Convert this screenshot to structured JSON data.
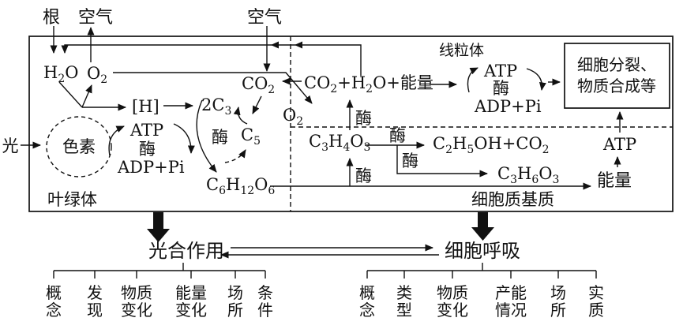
{
  "external": {
    "root": "根",
    "air_left": "空气",
    "air_middle": "空气",
    "light": "光"
  },
  "chloroplast": {
    "label": "叶绿体",
    "pigment": "色素",
    "h2o": [
      {
        "t": "H"
      },
      {
        "s": "2"
      },
      {
        "t": "O"
      }
    ],
    "o2": [
      {
        "t": "O"
      },
      {
        "s": "2"
      }
    ],
    "nadph": "[H]",
    "atp": "ATP",
    "enzyme": "酶",
    "adp_pi": "ADP+Pi",
    "c3": [
      {
        "t": "2C"
      },
      {
        "s": "3"
      }
    ],
    "calvin_enzyme": "酶",
    "c5": [
      {
        "t": "C"
      },
      {
        "s": "5"
      }
    ],
    "co2": [
      {
        "t": "CO"
      },
      {
        "s": "2"
      }
    ],
    "glucose": [
      {
        "t": "C"
      },
      {
        "s": "6"
      },
      {
        "t": "H"
      },
      {
        "s": "12"
      },
      {
        "t": "O"
      },
      {
        "s": "6"
      }
    ]
  },
  "cytosol": {
    "label": "细胞质基质",
    "o2": [
      {
        "t": "O"
      },
      {
        "s": "2"
      }
    ],
    "pyruvate": [
      {
        "t": "C"
      },
      {
        "s": "3"
      },
      {
        "t": "H"
      },
      {
        "s": "4"
      },
      {
        "t": "O"
      },
      {
        "s": "3"
      }
    ],
    "enzyme_aerobic": "酶",
    "enzyme_glycolysis": "酶",
    "enzyme_ethanol": "酶",
    "enzyme_lactate": "酶",
    "ethanol_co2": [
      {
        "t": "C"
      },
      {
        "s": "2"
      },
      {
        "t": "H"
      },
      {
        "s": "5"
      },
      {
        "t": "OH+CO"
      },
      {
        "s": "2"
      }
    ],
    "lactate": [
      {
        "t": "C"
      },
      {
        "s": "3"
      },
      {
        "t": "H"
      },
      {
        "s": "6"
      },
      {
        "t": "O"
      },
      {
        "s": "3"
      }
    ],
    "energy": "能量",
    "atp": "ATP"
  },
  "mitochondria": {
    "label": "线粒体",
    "resp_input": [
      {
        "t": "CO"
      },
      {
        "s": "2"
      },
      {
        "t": "+H"
      },
      {
        "s": "2"
      },
      {
        "t": "O+能量"
      }
    ],
    "atp": "ATP",
    "enzyme": "酶",
    "adp_pi": "ADP+Pi"
  },
  "usage_box": {
    "line1": "细胞分裂、",
    "line2": "物质合成等"
  },
  "summary": {
    "photosynthesis": "光合作用",
    "respiration": "细胞呼吸",
    "photosynthesis_topics": [
      {
        "line1": "概",
        "line2": "念"
      },
      {
        "line1": "发",
        "line2": "现"
      },
      {
        "line1": "物质",
        "line2": "变化"
      },
      {
        "line1": "能量",
        "line2": "变化"
      },
      {
        "line1": "场",
        "line2": "所"
      },
      {
        "line1": "条",
        "line2": "件"
      }
    ],
    "respiration_topics": [
      {
        "line1": "概",
        "line2": "念"
      },
      {
        "line1": "类",
        "line2": "型"
      },
      {
        "line1": "物质",
        "line2": "变化"
      },
      {
        "line1": "产能",
        "line2": "情况"
      },
      {
        "line1": "场",
        "line2": "所"
      },
      {
        "line1": "实",
        "line2": "质"
      }
    ]
  },
  "colors": {
    "ink": "#111111",
    "background": "#ffffff"
  }
}
